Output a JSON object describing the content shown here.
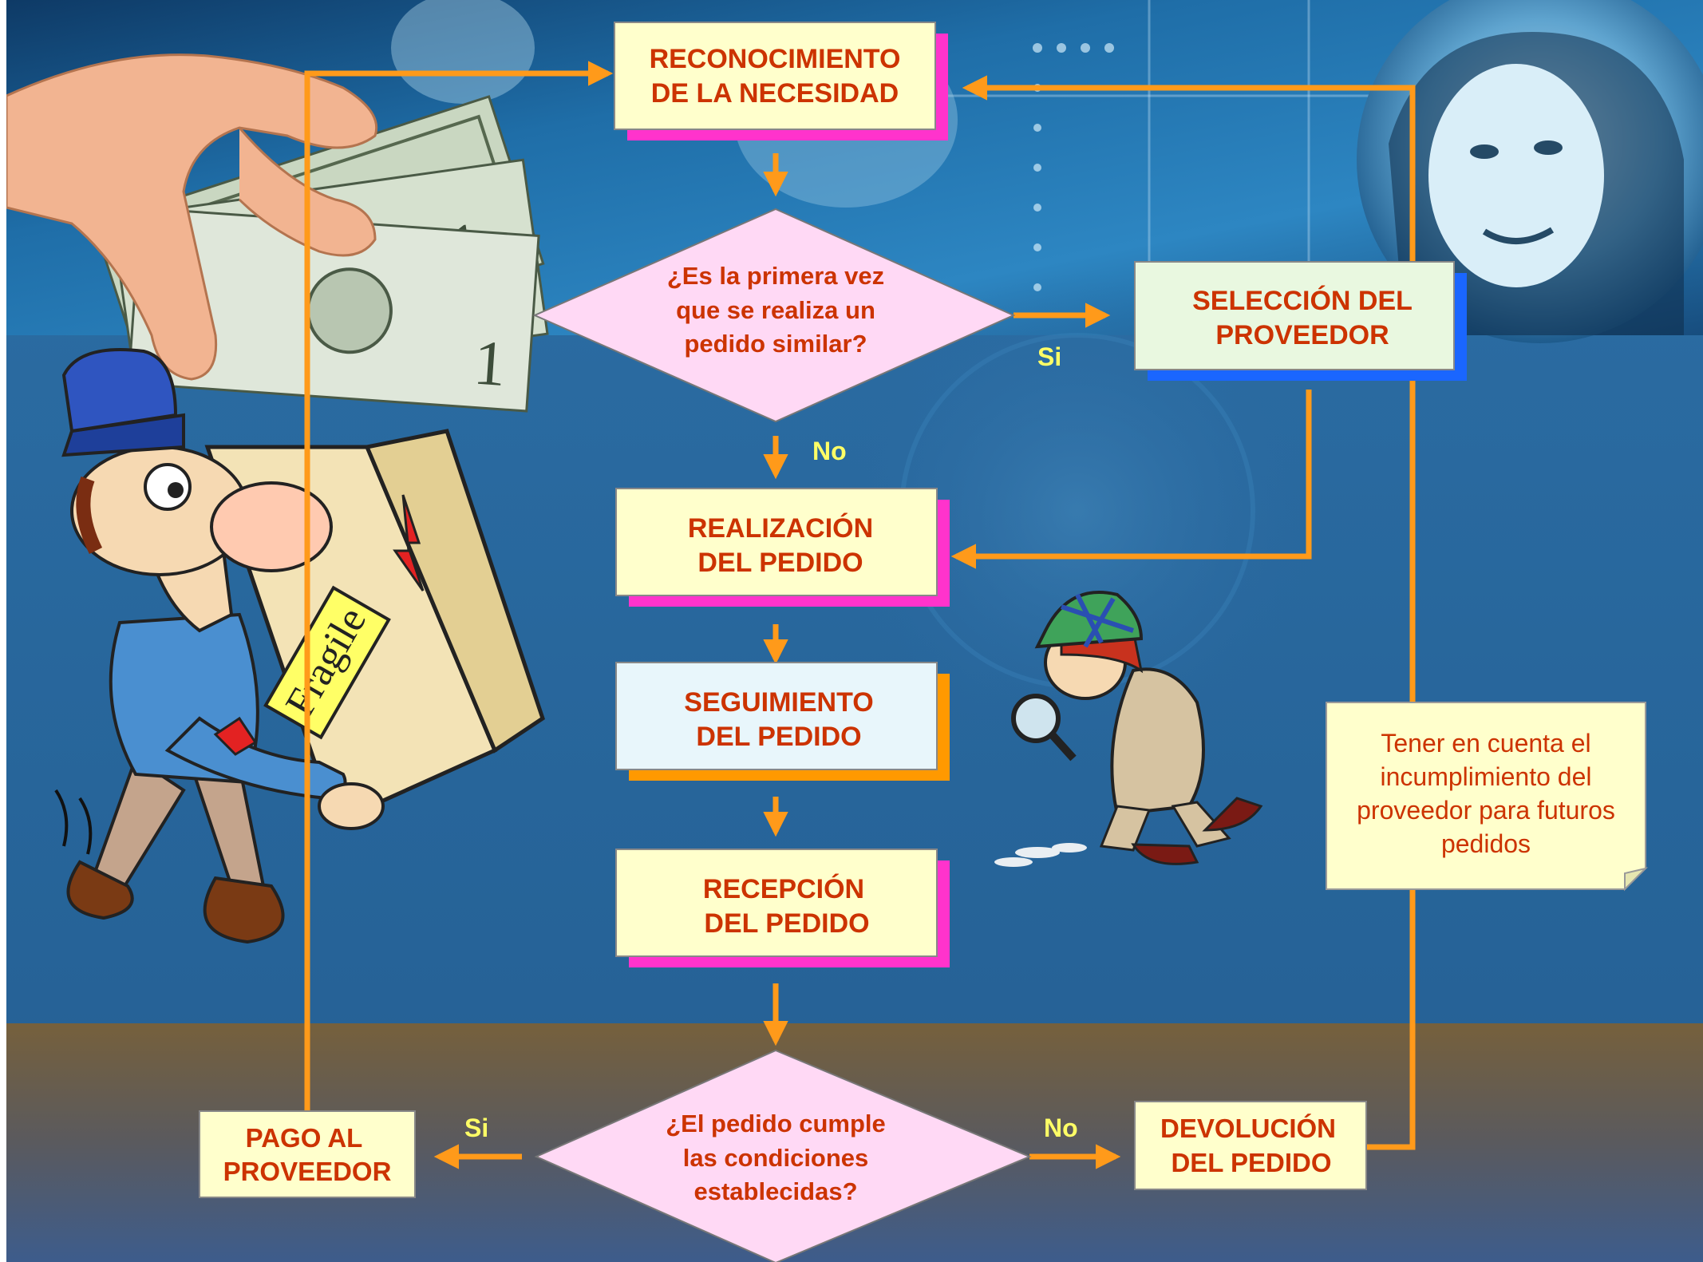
{
  "colors": {
    "sky_top": "#1e4f7a",
    "sea": "#2a68a0",
    "band_brown": "#6f5a3a",
    "band_bottom": "#3c5a86",
    "arrow": "#ff9a1a",
    "node_text": "#cc3300",
    "rect_fill": "#ffffcc",
    "rect_fill_blue": "#e8f6fb",
    "rect_fill_green": "#e9f8e0",
    "diamond_fill": "#ffd9f5",
    "shadow_magenta": "#ff33cc",
    "shadow_orange": "#ff9900",
    "shadow_blue": "#1a66ff",
    "label_yellow": "#ffff66"
  },
  "nodes": {
    "reconocimiento": {
      "line1": "RECONOCIMIENTO",
      "line2": "DE LA NECESIDAD"
    },
    "primera_vez": {
      "line1": "¿Es la primera vez",
      "line2": "que se realiza un",
      "line3": "pedido similar?"
    },
    "seleccion": {
      "line1": "SELECCIÓN DEL",
      "line2": "PROVEEDOR"
    },
    "realizacion": {
      "line1": "REALIZACIÓN",
      "line2": "DEL PEDIDO"
    },
    "seguimiento": {
      "line1": "SEGUIMIENTO",
      "line2": "DEL PEDIDO"
    },
    "recepcion": {
      "line1": "RECEPCIÓN",
      "line2": "DEL PEDIDO"
    },
    "cumple": {
      "line1": "¿El pedido cumple",
      "line2": "las condiciones",
      "line3": "establecidas?"
    },
    "pago": {
      "line1": "PAGO AL",
      "line2": "PROVEEDOR"
    },
    "devolucion": {
      "line1": "DEVOLUCIÓN",
      "line2": "DEL PEDIDO"
    }
  },
  "labels": {
    "si_top": "Si",
    "no_top": "No",
    "si_bottom": "Si",
    "no_bottom": "No"
  },
  "note": {
    "line1": "Tener en cuenta el",
    "line2": "incumplimiento del",
    "line3": "proveedor para futuros",
    "line4": "pedidos"
  },
  "illustrations": {
    "fragile_label": "Fragile",
    "left_figure": "delivery-man-with-box-illustration",
    "money": "dollar-bills-in-hand-photo",
    "detective": "detective-with-magnifier-illustration",
    "woman": "smiling-woman-photo"
  }
}
